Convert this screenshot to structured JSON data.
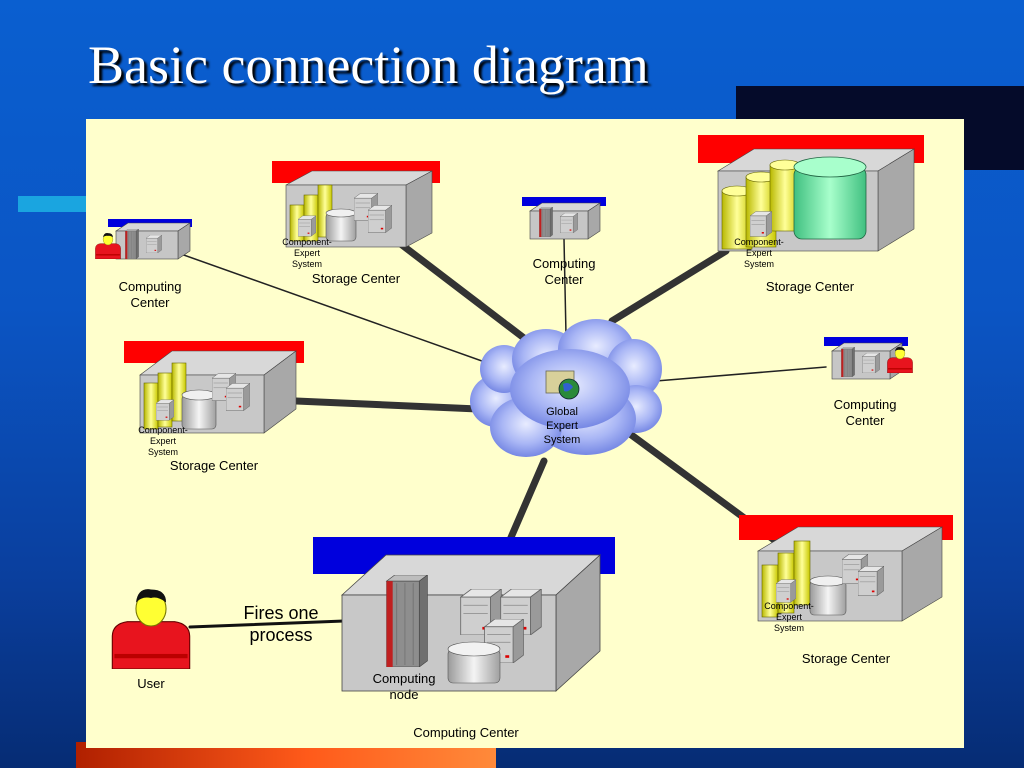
{
  "slide": {
    "title": "Basic connection diagram"
  },
  "hub": {
    "label": "Global\nExpert\nSystem",
    "icon": "globe-folder-icon"
  },
  "nodes": {
    "computing_top_left": {
      "label": "Computing\nCenter"
    },
    "storage_top": {
      "label": "Storage Center",
      "sub_label": "Component-\nExpert\nSystem"
    },
    "computing_top_mid": {
      "label": "Computing\nCenter"
    },
    "storage_top_right": {
      "label": "Storage Center",
      "sub_label": "Component-\nExpert\nSystem"
    },
    "computing_right": {
      "label": "Computing\nCenter"
    },
    "storage_left": {
      "label": "Storage Center",
      "sub_label": "Component-\nExpert\nSystem"
    },
    "storage_bottom_right": {
      "label": "Storage Center",
      "sub_label": "Component-\nExpert\nSystem"
    },
    "computing_main": {
      "label": "Computing Center",
      "node_label": "Computing\nnode"
    }
  },
  "user": {
    "label": "User",
    "action": "Fires one\nprocess"
  },
  "colors": {
    "background": "#0b55c4",
    "panel": "#ffffcc",
    "red_bar": "#ff0000",
    "blue_bar": "#0000dd",
    "cloud": "#8a9cf0",
    "link": "#333333"
  }
}
